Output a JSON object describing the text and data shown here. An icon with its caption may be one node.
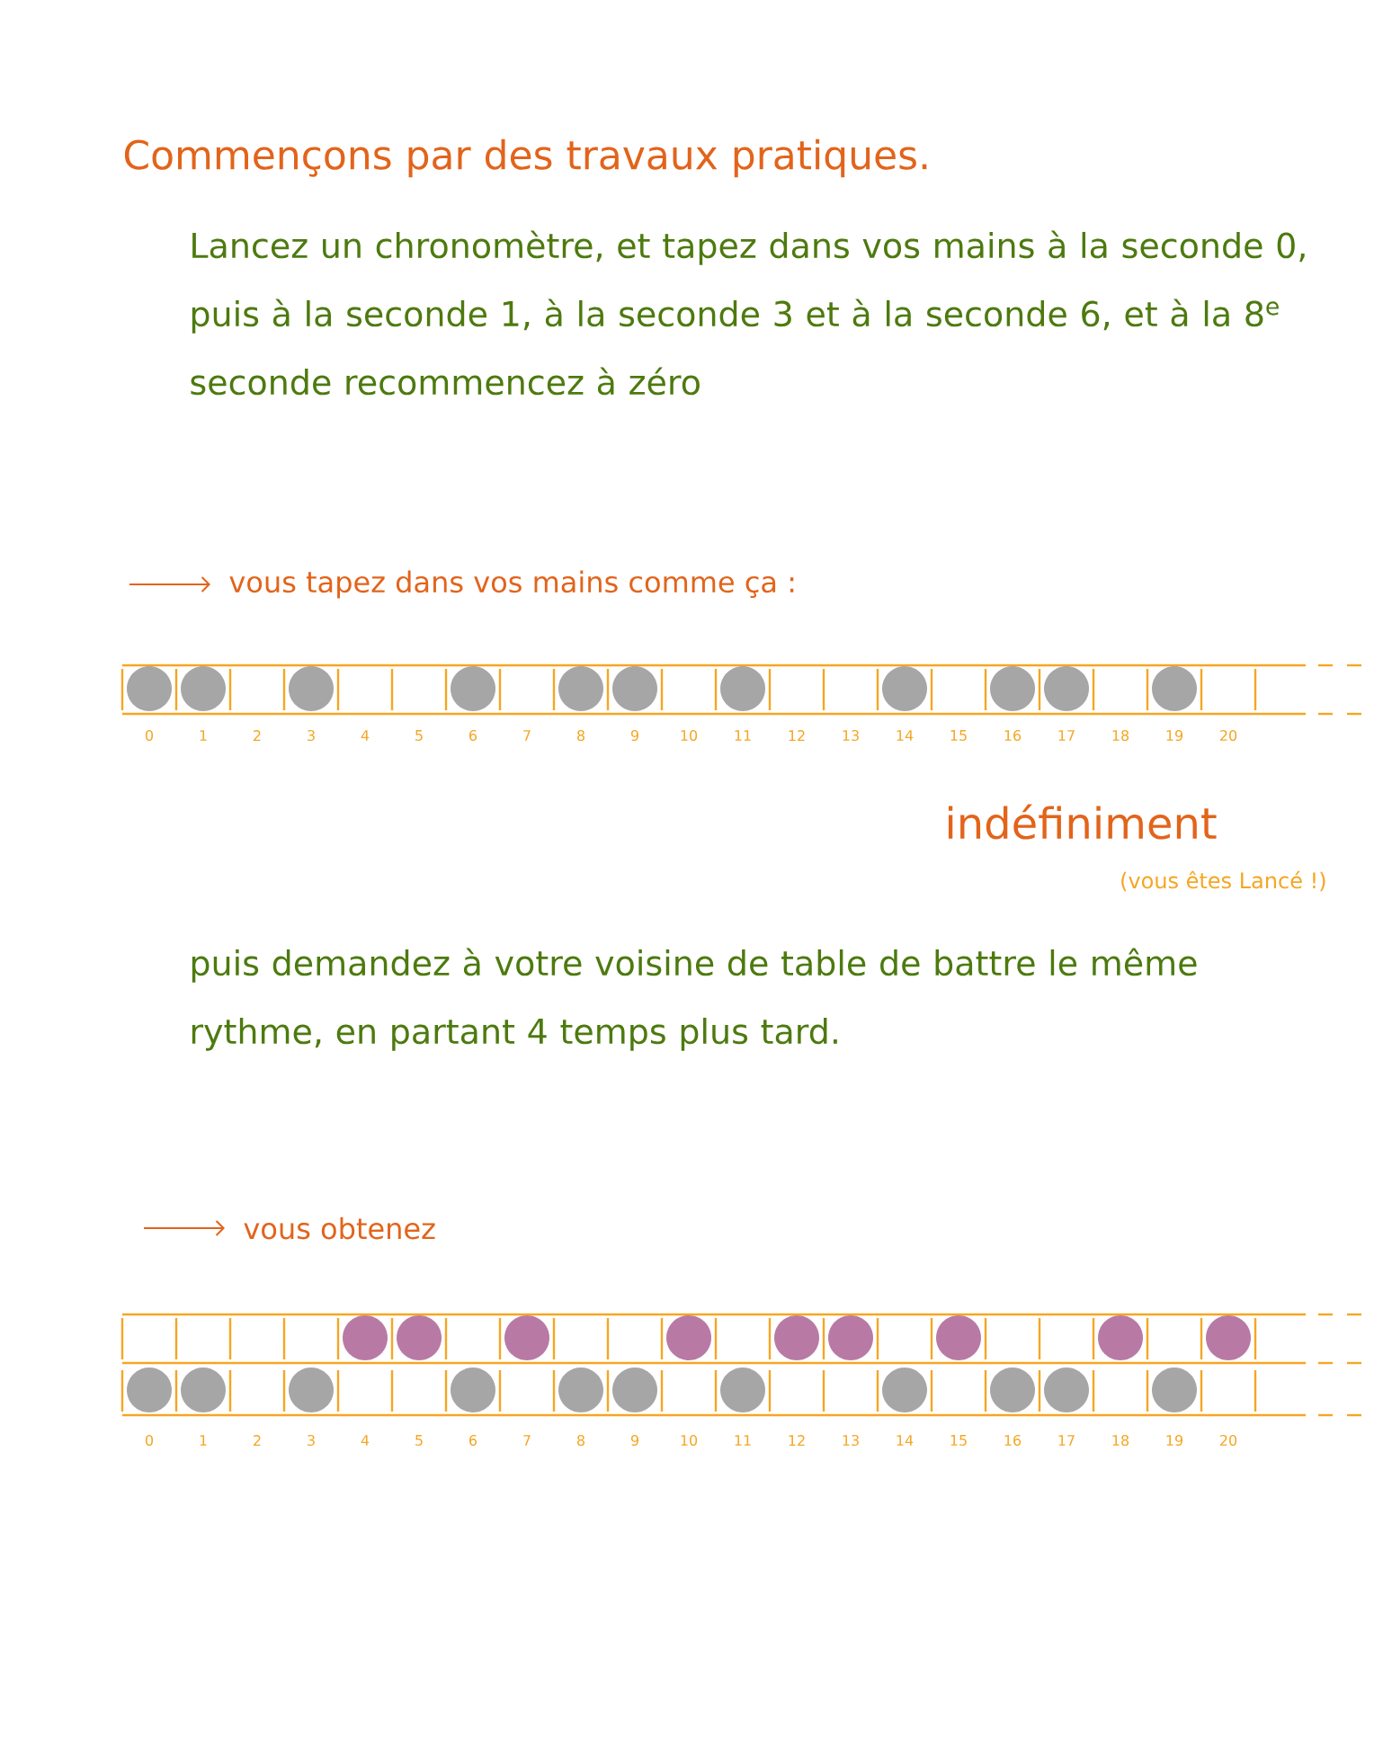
{
  "diagram": {
    "title": "Commençons par des travaux pratiques.",
    "labels": [
      "Lancez un chronomètre, et tapez dans vos mains à la seconde 0, puis à la seconde 1, à la seconde 3 et à la seconde 6, et à la 8$^{e}$ seconde recommencez à zéro",
      "vous tapez dans vos mains comme ça :",
      "0",
      "1",
      "2",
      "3",
      "4",
      "5",
      "6",
      "7",
      "8",
      "9",
      "10",
      "11",
      "12",
      "13",
      "14",
      "15",
      "16",
      "17",
      "18",
      "19",
      "20",
      "indéfiniment",
      "(vous êtes Lancé !)",
      "puis demandez à votre voisine de table de battre le même rythme, en partant 4 temps plus tard.",
      "vous obtenez",
      "0",
      "1",
      "2",
      "3",
      "4",
      "5",
      "6",
      "7",
      "8",
      "9",
      "10",
      "11",
      "12",
      "13",
      "14",
      "15",
      "16",
      "17",
      "18",
      "19",
      "20"
    ]
  }
}
